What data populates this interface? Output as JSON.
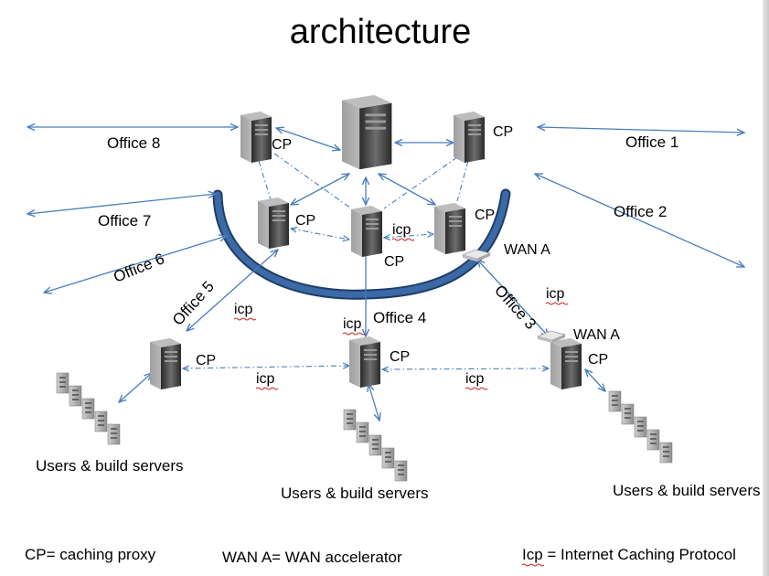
{
  "title": "architecture",
  "offices": {
    "office1": "Office 1",
    "office2": "Office 2",
    "office3": "Office 3",
    "office4": "Office 4",
    "office5": "Office 5",
    "office6": "Office 6",
    "office7": "Office 7",
    "office8": "Office 8"
  },
  "labels": {
    "cp": "CP",
    "icp": "icp",
    "wan_a": "WAN A",
    "users": "Users & build servers"
  },
  "legend": {
    "cp": "CP= caching proxy",
    "wan": "WAN A= WAN accelerator",
    "icp": "Icp = Internet Caching Protocol"
  },
  "colors": {
    "arc": "#2f5a8c",
    "arrow": "#4a7ebb"
  },
  "icons": {
    "server": "tower-server-icon",
    "server_rack": "server-rack-icon",
    "wan_accelerator": "wan-accelerator-icon"
  }
}
